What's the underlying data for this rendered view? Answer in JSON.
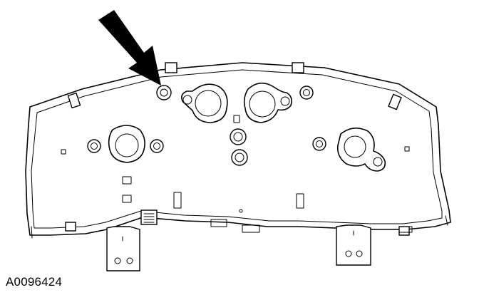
{
  "figure": {
    "id_label": "A0096424",
    "subject": "instrument-cluster-rear",
    "callout": "arrow"
  },
  "colors": {
    "ink": "#000000",
    "paper": "#ffffff"
  }
}
